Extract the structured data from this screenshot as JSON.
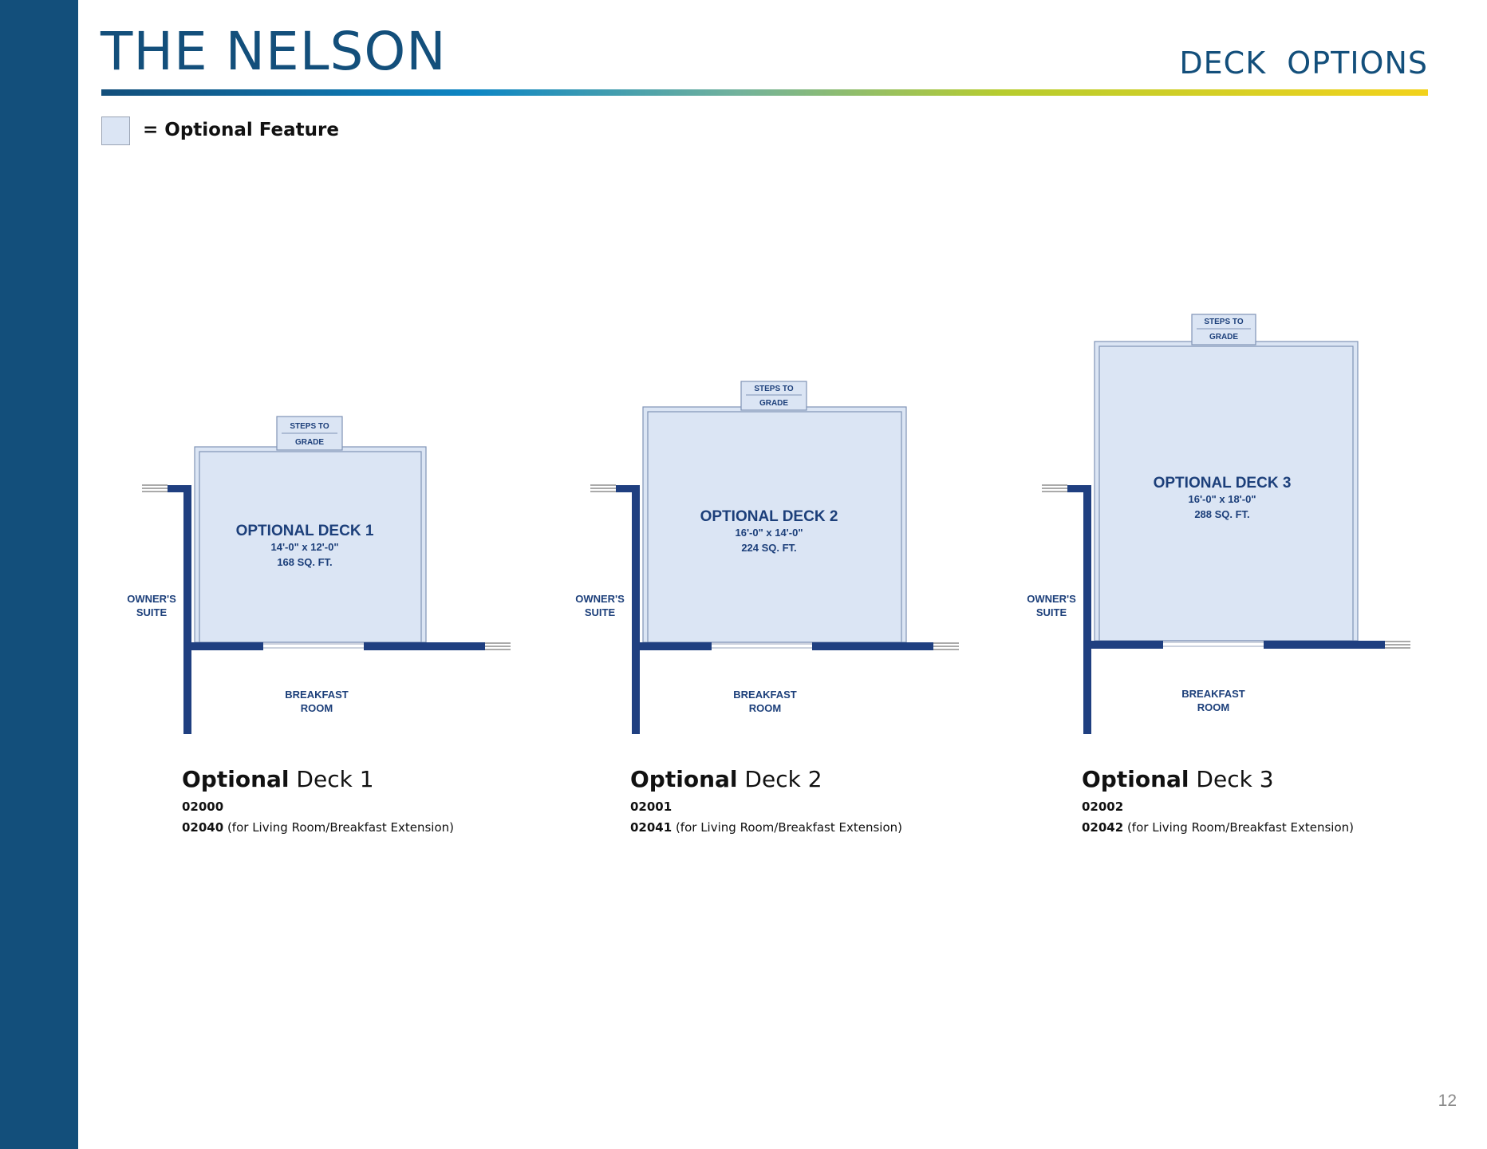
{
  "page": {
    "title": "THE NELSON",
    "section": "DECK  OPTIONS",
    "page_number": "12"
  },
  "legend": {
    "label": "= Optional Feature"
  },
  "colors": {
    "brand_blue": "#134f7b",
    "wall_blue": "#1f3f80",
    "optional_fill": "#dbe5f4",
    "label_blue": "#1c3f7a"
  },
  "plans": [
    {
      "deck_label": "OPTIONAL DECK 1",
      "dimensions": "14'-0\" x 12'-0\"",
      "area": "168 SQ. FT.",
      "steps_line1": "STEPS TO",
      "steps_line2": "GRADE",
      "room_left_line1": "OWNER'S",
      "room_left_line2": "SUITE",
      "room_bottom_line1": "BREAKFAST",
      "room_bottom_line2": "ROOM",
      "caption_bold": "Optional",
      "caption_rest": " Deck 1",
      "code": "02000",
      "alt_code": "02040",
      "alt_note": " (for Living Room/Breakfast Extension)"
    },
    {
      "deck_label": "OPTIONAL DECK 2",
      "dimensions": "16'-0\" x 14'-0\"",
      "area": "224 SQ. FT.",
      "steps_line1": "STEPS TO",
      "steps_line2": "GRADE",
      "room_left_line1": "OWNER'S",
      "room_left_line2": "SUITE",
      "room_bottom_line1": "BREAKFAST",
      "room_bottom_line2": "ROOM",
      "caption_bold": "Optional",
      "caption_rest": " Deck 2",
      "code": "02001",
      "alt_code": "02041",
      "alt_note": " (for Living Room/Breakfast Extension)"
    },
    {
      "deck_label": "OPTIONAL DECK 3",
      "dimensions": "16'-0\" x 18'-0\"",
      "area": "288 SQ. FT.",
      "steps_line1": "STEPS TO",
      "steps_line2": "GRADE",
      "room_left_line1": "OWNER'S",
      "room_left_line2": "SUITE",
      "room_bottom_line1": "BREAKFAST",
      "room_bottom_line2": "ROOM",
      "caption_bold": "Optional",
      "caption_rest": " Deck 3",
      "code": "02002",
      "alt_code": "02042",
      "alt_note": " (for Living Room/Breakfast Extension)"
    }
  ]
}
